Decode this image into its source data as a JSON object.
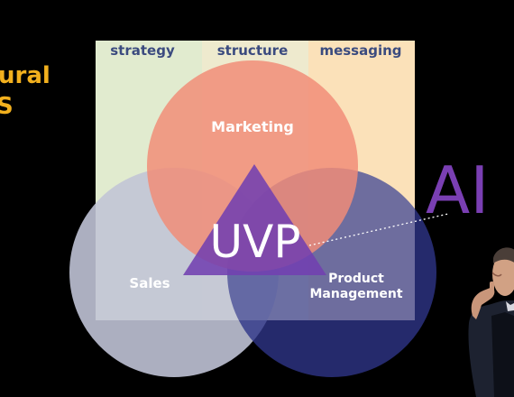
{
  "side_text": {
    "line1": "ural",
    "line2": "S"
  },
  "columns": [
    "strategy",
    "structure",
    "messaging"
  ],
  "circles": {
    "marketing": "Marketing",
    "sales": "Sales",
    "product_line1": "Product",
    "product_line2": "Management"
  },
  "center_label": "UVP",
  "ai_label": "AI",
  "colors": {
    "background": "#000000",
    "side_text": "#f2b01e",
    "column_text": "#1b2e6b",
    "panel_left": "#dde8c8",
    "panel_middle": "#ece7c6",
    "panel_right": "#fbdcae",
    "marketing_circle": "#f07a62",
    "sales_circle": "#b9bccf",
    "product_circle": "#2e3587",
    "triangle": "#7240b0",
    "ai_text": "#7a3fb3"
  }
}
